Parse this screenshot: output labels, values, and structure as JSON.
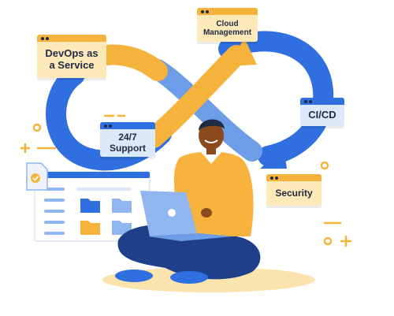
{
  "illustration": {
    "topic": "devops-infinity-loop",
    "cards": {
      "devops": "DevOps as\na Service",
      "cloud": "Cloud\nManagement",
      "cicd": "CI/CD",
      "support": "24/7\nSupport",
      "security": "Security"
    },
    "icons": [
      "infinity-loop-icon",
      "person-with-laptop-icon",
      "file-browser-window-icon",
      "folder-icon",
      "document-check-icon"
    ]
  },
  "colors": {
    "loop_blue": "#2f6fe0",
    "loop_light_blue": "#6c9de6",
    "loop_orange": "#f6b33c",
    "shirt_orange": "#f8b23e",
    "pants_navy": "#1f3f8a",
    "shoe_blue": "#2f6fe0",
    "laptop_blue": "#8fb6ee",
    "floor_shadow": "#fbe3ad",
    "card_yellow": "#fde8b8",
    "card_blue": "#dbe9fb",
    "text_dark": "#1f2a44"
  }
}
